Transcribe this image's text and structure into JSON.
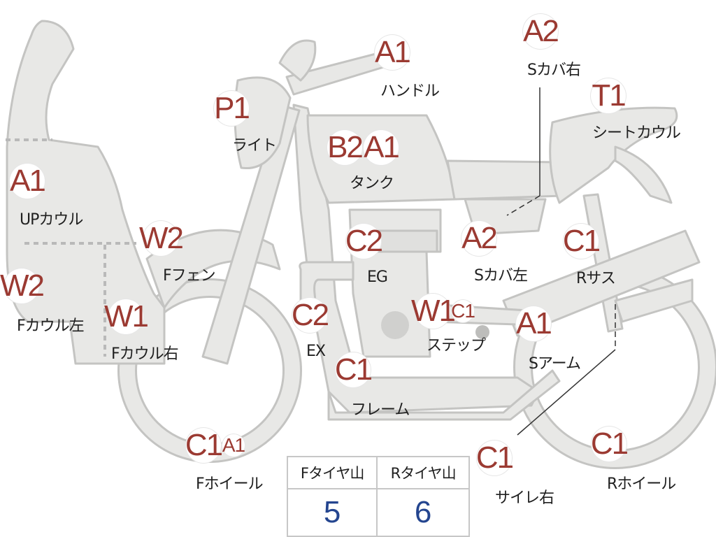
{
  "parts": [
    {
      "id": "up-cowl",
      "label": "UPカウル",
      "grades": [
        "A1"
      ]
    },
    {
      "id": "f-cowl-left",
      "label": "Fカウル左",
      "grades": [
        "W2"
      ]
    },
    {
      "id": "f-cowl-right",
      "label": "Fカウル右",
      "grades": [
        "W1"
      ]
    },
    {
      "id": "f-fender",
      "label": "Fフェン",
      "grades": [
        "W2"
      ]
    },
    {
      "id": "light",
      "label": "ライト",
      "grades": [
        "P1"
      ]
    },
    {
      "id": "handle",
      "label": "ハンドル",
      "grades": [
        "A1"
      ]
    },
    {
      "id": "tank",
      "label": "タンク",
      "grades": [
        "B2",
        "A1"
      ]
    },
    {
      "id": "engine",
      "label": "EG",
      "grades": [
        "C2"
      ]
    },
    {
      "id": "exhaust",
      "label": "EX",
      "grades": [
        "C2"
      ]
    },
    {
      "id": "frame",
      "label": "フレーム",
      "grades": [
        "C1"
      ]
    },
    {
      "id": "step",
      "label": "ステップ",
      "grades": [
        "W1",
        "C1"
      ]
    },
    {
      "id": "s-cover-left",
      "label": "Sカバ左",
      "grades": [
        "A2"
      ]
    },
    {
      "id": "s-cover-right",
      "label": "Sカバ右",
      "grades": [
        "A2"
      ]
    },
    {
      "id": "seat-cowl",
      "label": "シートカウル",
      "grades": [
        "T1"
      ]
    },
    {
      "id": "r-suspension",
      "label": "Rサス",
      "grades": [
        "C1"
      ]
    },
    {
      "id": "swing-arm",
      "label": "Sアーム",
      "grades": [
        "A1"
      ]
    },
    {
      "id": "f-wheel",
      "label": "Fホイール",
      "grades": [
        "C1",
        "A1"
      ]
    },
    {
      "id": "r-wheel",
      "label": "Rホイール",
      "grades": [
        "C1"
      ]
    },
    {
      "id": "silencer-right",
      "label": "サイレ右",
      "grades": [
        "C1"
      ]
    }
  ],
  "tire_table": {
    "headers": [
      "Fタイヤ山",
      "Rタイヤ山"
    ],
    "values": [
      "5",
      "6"
    ]
  },
  "colors": {
    "part_fill": "#e8e8e6",
    "part_stroke": "#c4c4c2",
    "grade_text": "#9b3a32",
    "value_text": "#24458f",
    "divider": "#b9b9b9"
  }
}
